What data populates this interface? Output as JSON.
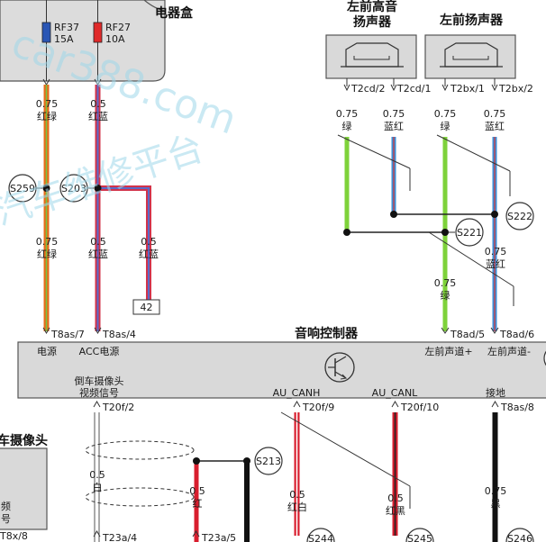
{
  "fusebox": {
    "title": "电器盒",
    "title_partial": "...",
    "fuses": [
      {
        "id": "RF37",
        "rating": "15A",
        "color": "#2a56b5"
      },
      {
        "id": "RF27",
        "rating": "10A",
        "color": "#e02a2a"
      }
    ]
  },
  "watermark": {
    "text1": "car388.com",
    "text2": "汽车维修平台"
  },
  "left_wires": {
    "w1_gauge": "0.75",
    "w1_color": "红绿",
    "w2_gauge": "0.5",
    "w2_color": "红蓝",
    "w3_gauge": "0.75",
    "w3_color": "红绿",
    "w4_gauge": "0.5",
    "w4_color": "红蓝",
    "w5_gauge": "0.5",
    "w5_color": "红蓝",
    "ref_box": "42"
  },
  "splices": {
    "s259": "S259",
    "s203": "S203",
    "s221": "S221",
    "s222": "S222",
    "s213": "S213",
    "s244": "S244",
    "s245": "S245",
    "s246": "S246"
  },
  "speakers": {
    "tweeter": {
      "title_line1": "左前高音",
      "title_line2": "扬声器",
      "pin1": "T2cd/2",
      "pin2": "T2cd/1"
    },
    "woofer": {
      "title": "左前扬声器",
      "pin1": "T2bx/1",
      "pin2": "T2bx/2"
    }
  },
  "speaker_wires": {
    "g1": "0.75",
    "c1": "绿",
    "g2": "0.75",
    "c2": "蓝红",
    "g3": "0.75",
    "c3": "绿",
    "g4": "0.75",
    "c4": "蓝红",
    "g5": "0.75",
    "c5": "蓝红",
    "g6": "0.75",
    "c6": "绿"
  },
  "controller": {
    "title": "音响控制器",
    "pin_power": "T8as/7",
    "pin_power_label": "电源",
    "pin_acc": "T8as/4",
    "pin_acc_label": "ACC电源",
    "pin_fl_plus": "T8ad/5",
    "fl_plus_label": "左前声道+",
    "pin_fl_minus": "T8ad/6",
    "fl_minus_label": "左前声道-",
    "cam_label_line1": "倒车摄像头",
    "cam_label_line2": "视频信号",
    "pin_cam": "T20f/2",
    "canh_label": "AU_CANH",
    "pin_canh": "T20f/9",
    "canl_label": "AU_CANL",
    "pin_canl": "T20f/10",
    "gnd_label": "接地",
    "pin_gnd": "T8as/8"
  },
  "bottom_wires": {
    "b1_gauge": "0.5",
    "b1_color": "白",
    "b2_gauge": "0 5",
    "b2_color": "红",
    "b3_gauge": "0.5",
    "b3_color": "红白",
    "b4_gauge": "0.5",
    "b4_color": "红黑",
    "b5_gauge": "0.75",
    "b5_color": "黑"
  },
  "camera": {
    "title": "车摄像头",
    "side_1": "频",
    "side_2": "号",
    "pin_bottom_left": "T8x/8",
    "pin_bottom_1": "T23a/4",
    "pin_bottom_2": "T23a/5"
  }
}
